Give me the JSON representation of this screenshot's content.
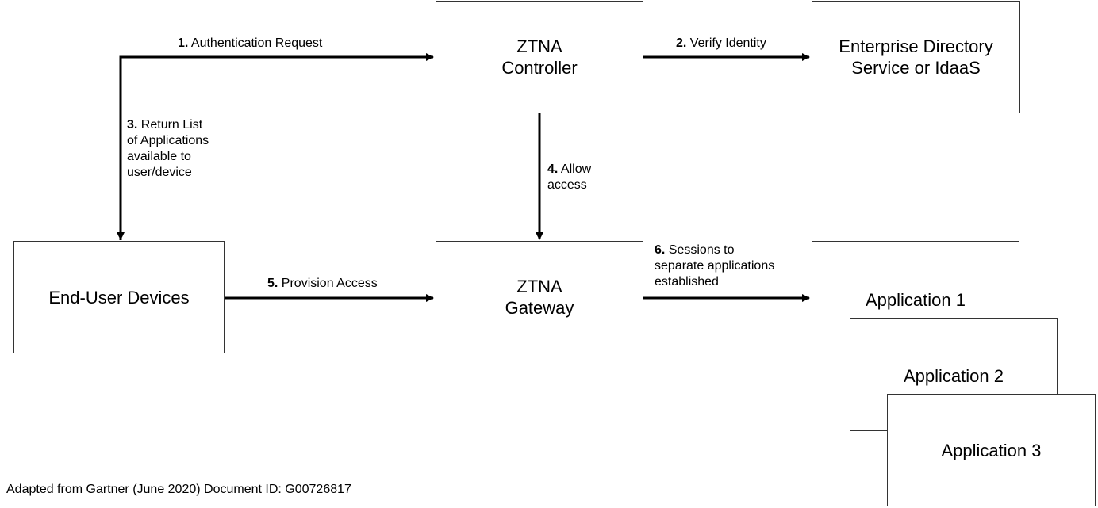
{
  "nodes": {
    "controller": "ZTNA\nController",
    "directory": "Enterprise Directory\nService or IdaaS",
    "devices": "End-User Devices",
    "gateway": "ZTNA\nGateway",
    "app1": "Application 1",
    "app2": "Application 2",
    "app3": "Application 3"
  },
  "edges": [
    {
      "num": "1.",
      "text": "Authentication Request"
    },
    {
      "num": "2.",
      "text": "Verify Identity"
    },
    {
      "num": "3.",
      "text": "Return List\nof Applications\navailable to\nuser/device"
    },
    {
      "num": "4.",
      "text": "Allow\naccess"
    },
    {
      "num": "5.",
      "text": "Provision Access"
    },
    {
      "num": "6.",
      "text": "Sessions to\nseparate applications\nestablished"
    }
  ],
  "footnote": "Adapted from Gartner (June 2020) Document ID: G00726817"
}
